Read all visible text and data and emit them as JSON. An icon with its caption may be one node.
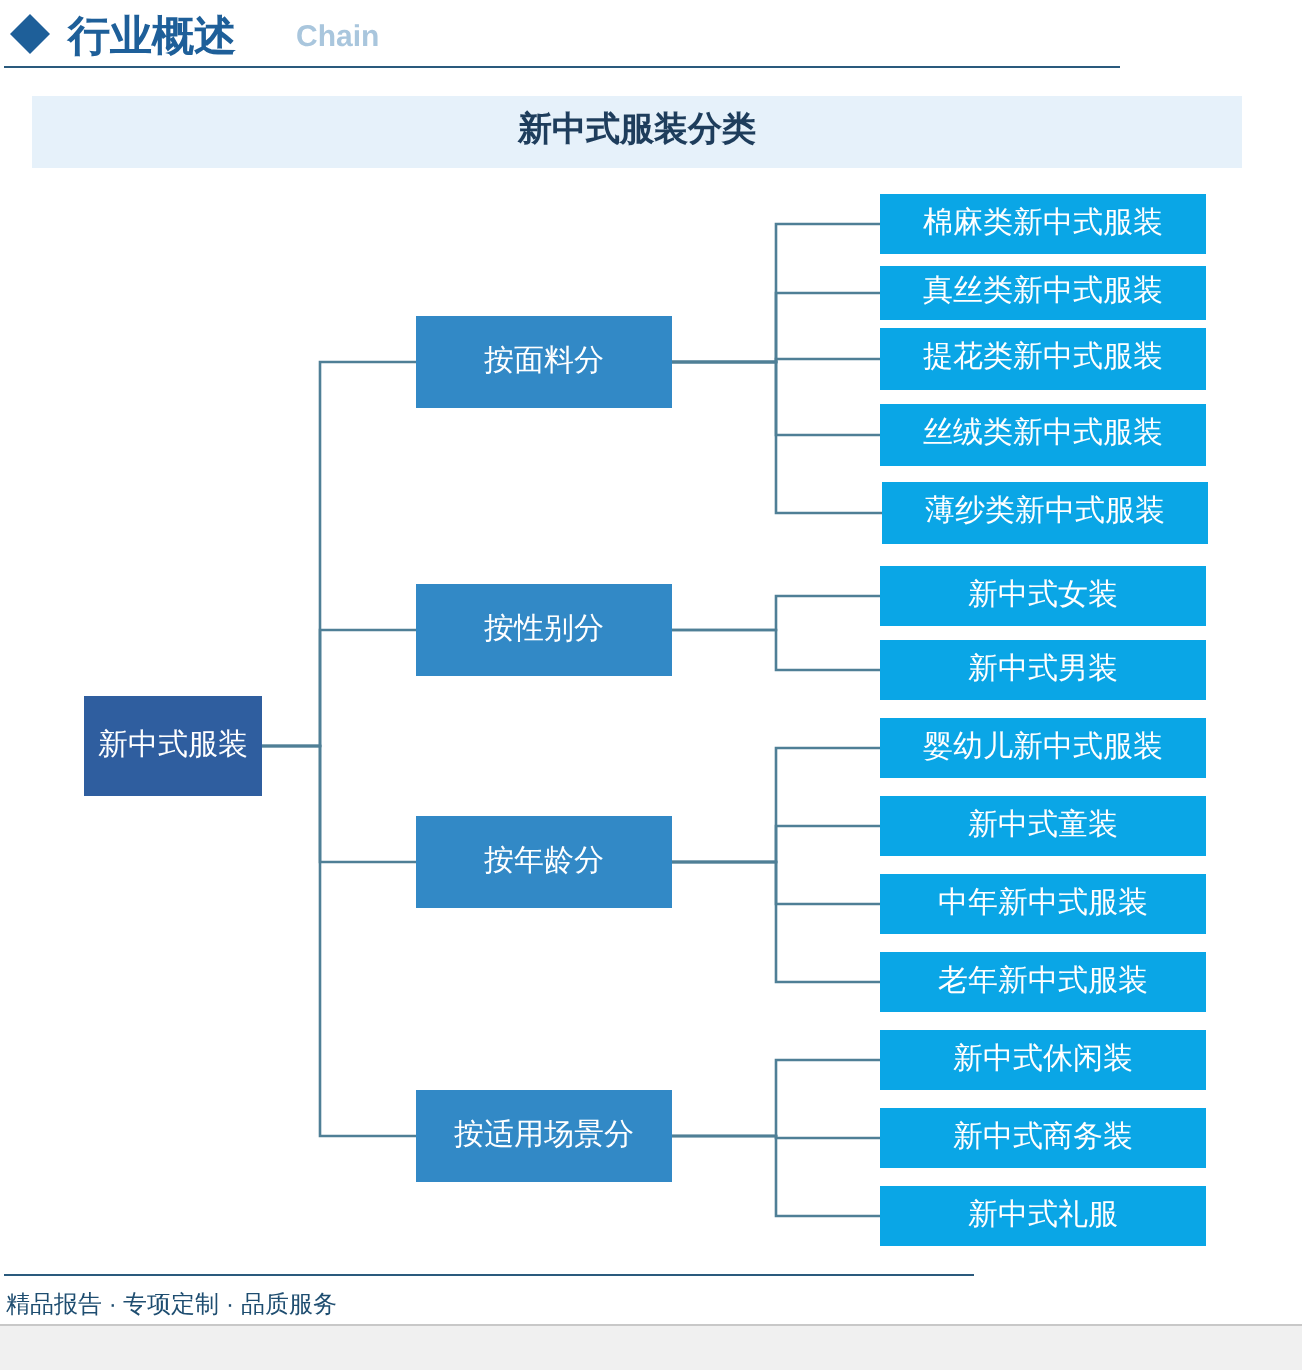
{
  "diagram": {
    "title": "新中式服装分类",
    "nodes": [
      {
        "text": [
          "新中式服装"
        ]
      },
      {
        "text": [
          "按面料分"
        ]
      },
      {
        "text": [
          "棉麻类新中式服装"
        ]
      },
      {
        "text": [
          "真丝类新中式服装"
        ]
      },
      {
        "text": [
          "提花类新中式服装"
        ]
      },
      {
        "text": [
          "丝绒类新中式服装"
        ]
      },
      {
        "text": [
          "薄纱类新中式服装"
        ]
      },
      {
        "text": [
          "按性别分"
        ]
      },
      {
        "text": [
          "新中式女装"
        ]
      },
      {
        "text": [
          "新中式男装"
        ]
      },
      {
        "text": [
          "按年龄分"
        ]
      },
      {
        "text": [
          "婴幼儿新中式服装"
        ]
      },
      {
        "text": [
          "新中式童装"
        ]
      },
      {
        "text": [
          "中年新中式服装"
        ]
      },
      {
        "text": [
          "老年新中式服装"
        ]
      },
      {
        "text": [
          "按适用场景分"
        ]
      },
      {
        "text": [
          "新中式休闲装"
        ]
      },
      {
        "text": [
          "新中式商务装"
        ]
      },
      {
        "text": [
          "新中式礼服"
        ]
      }
    ],
    "edges": [
      {
        "from": 0,
        "to": 1,
        "arrow": "none"
      },
      {
        "from": 0,
        "to": 7,
        "arrow": "none"
      },
      {
        "from": 0,
        "to": 10,
        "arrow": "none"
      },
      {
        "from": 0,
        "to": 15,
        "arrow": "none"
      },
      {
        "from": 1,
        "to": 2,
        "arrow": "none"
      },
      {
        "from": 1,
        "to": 3,
        "arrow": "none"
      },
      {
        "from": 1,
        "to": 4,
        "arrow": "none"
      },
      {
        "from": 1,
        "to": 5,
        "arrow": "none"
      },
      {
        "from": 1,
        "to": 6,
        "arrow": "none"
      },
      {
        "from": 7,
        "to": 8,
        "arrow": "none"
      },
      {
        "from": 7,
        "to": 9,
        "arrow": "none"
      },
      {
        "from": 10,
        "to": 11,
        "arrow": "none"
      },
      {
        "from": 10,
        "to": 12,
        "arrow": "none"
      },
      {
        "from": 10,
        "to": 13,
        "arrow": "none"
      },
      {
        "from": 10,
        "to": 14,
        "arrow": "none"
      },
      {
        "from": 15,
        "to": 16,
        "arrow": "none"
      },
      {
        "from": 15,
        "to": 17,
        "arrow": "none"
      },
      {
        "from": 15,
        "to": 18,
        "arrow": "none"
      }
    ],
    "labels": [
      "行业概述",
      "Chain",
      "精品报告 · 专项定制 · 品质服务"
    ]
  }
}
